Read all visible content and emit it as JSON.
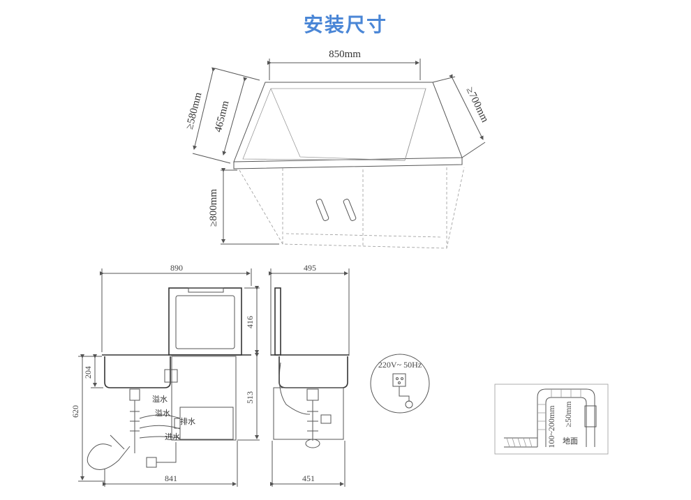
{
  "title": "安装尺寸",
  "colors": {
    "title": "#4a86d6",
    "line": "#555555",
    "dashed": "#9a9a9a"
  },
  "cabinet_3d": {
    "width": "850mm",
    "depth_outer": "≥580mm",
    "depth_inner": "465mm",
    "depth_right": "≥700mm",
    "height": "≥800mm"
  },
  "front_view": {
    "top_width": "890",
    "bottom_width": "841",
    "lid_height": "416",
    "sink_depth": "204",
    "total_height": "620",
    "body_height": "513",
    "labels": {
      "overflow_1": "溢水",
      "overflow_2": "溢水",
      "drain": "排水",
      "inlet": "进水"
    }
  },
  "side_view": {
    "top_width": "495",
    "bottom_width": "451"
  },
  "power": {
    "spec": "220V~ 50Hz"
  },
  "drain_detail": {
    "range": "100~200mm",
    "min_height": "≥50mm",
    "floor": "地面"
  }
}
